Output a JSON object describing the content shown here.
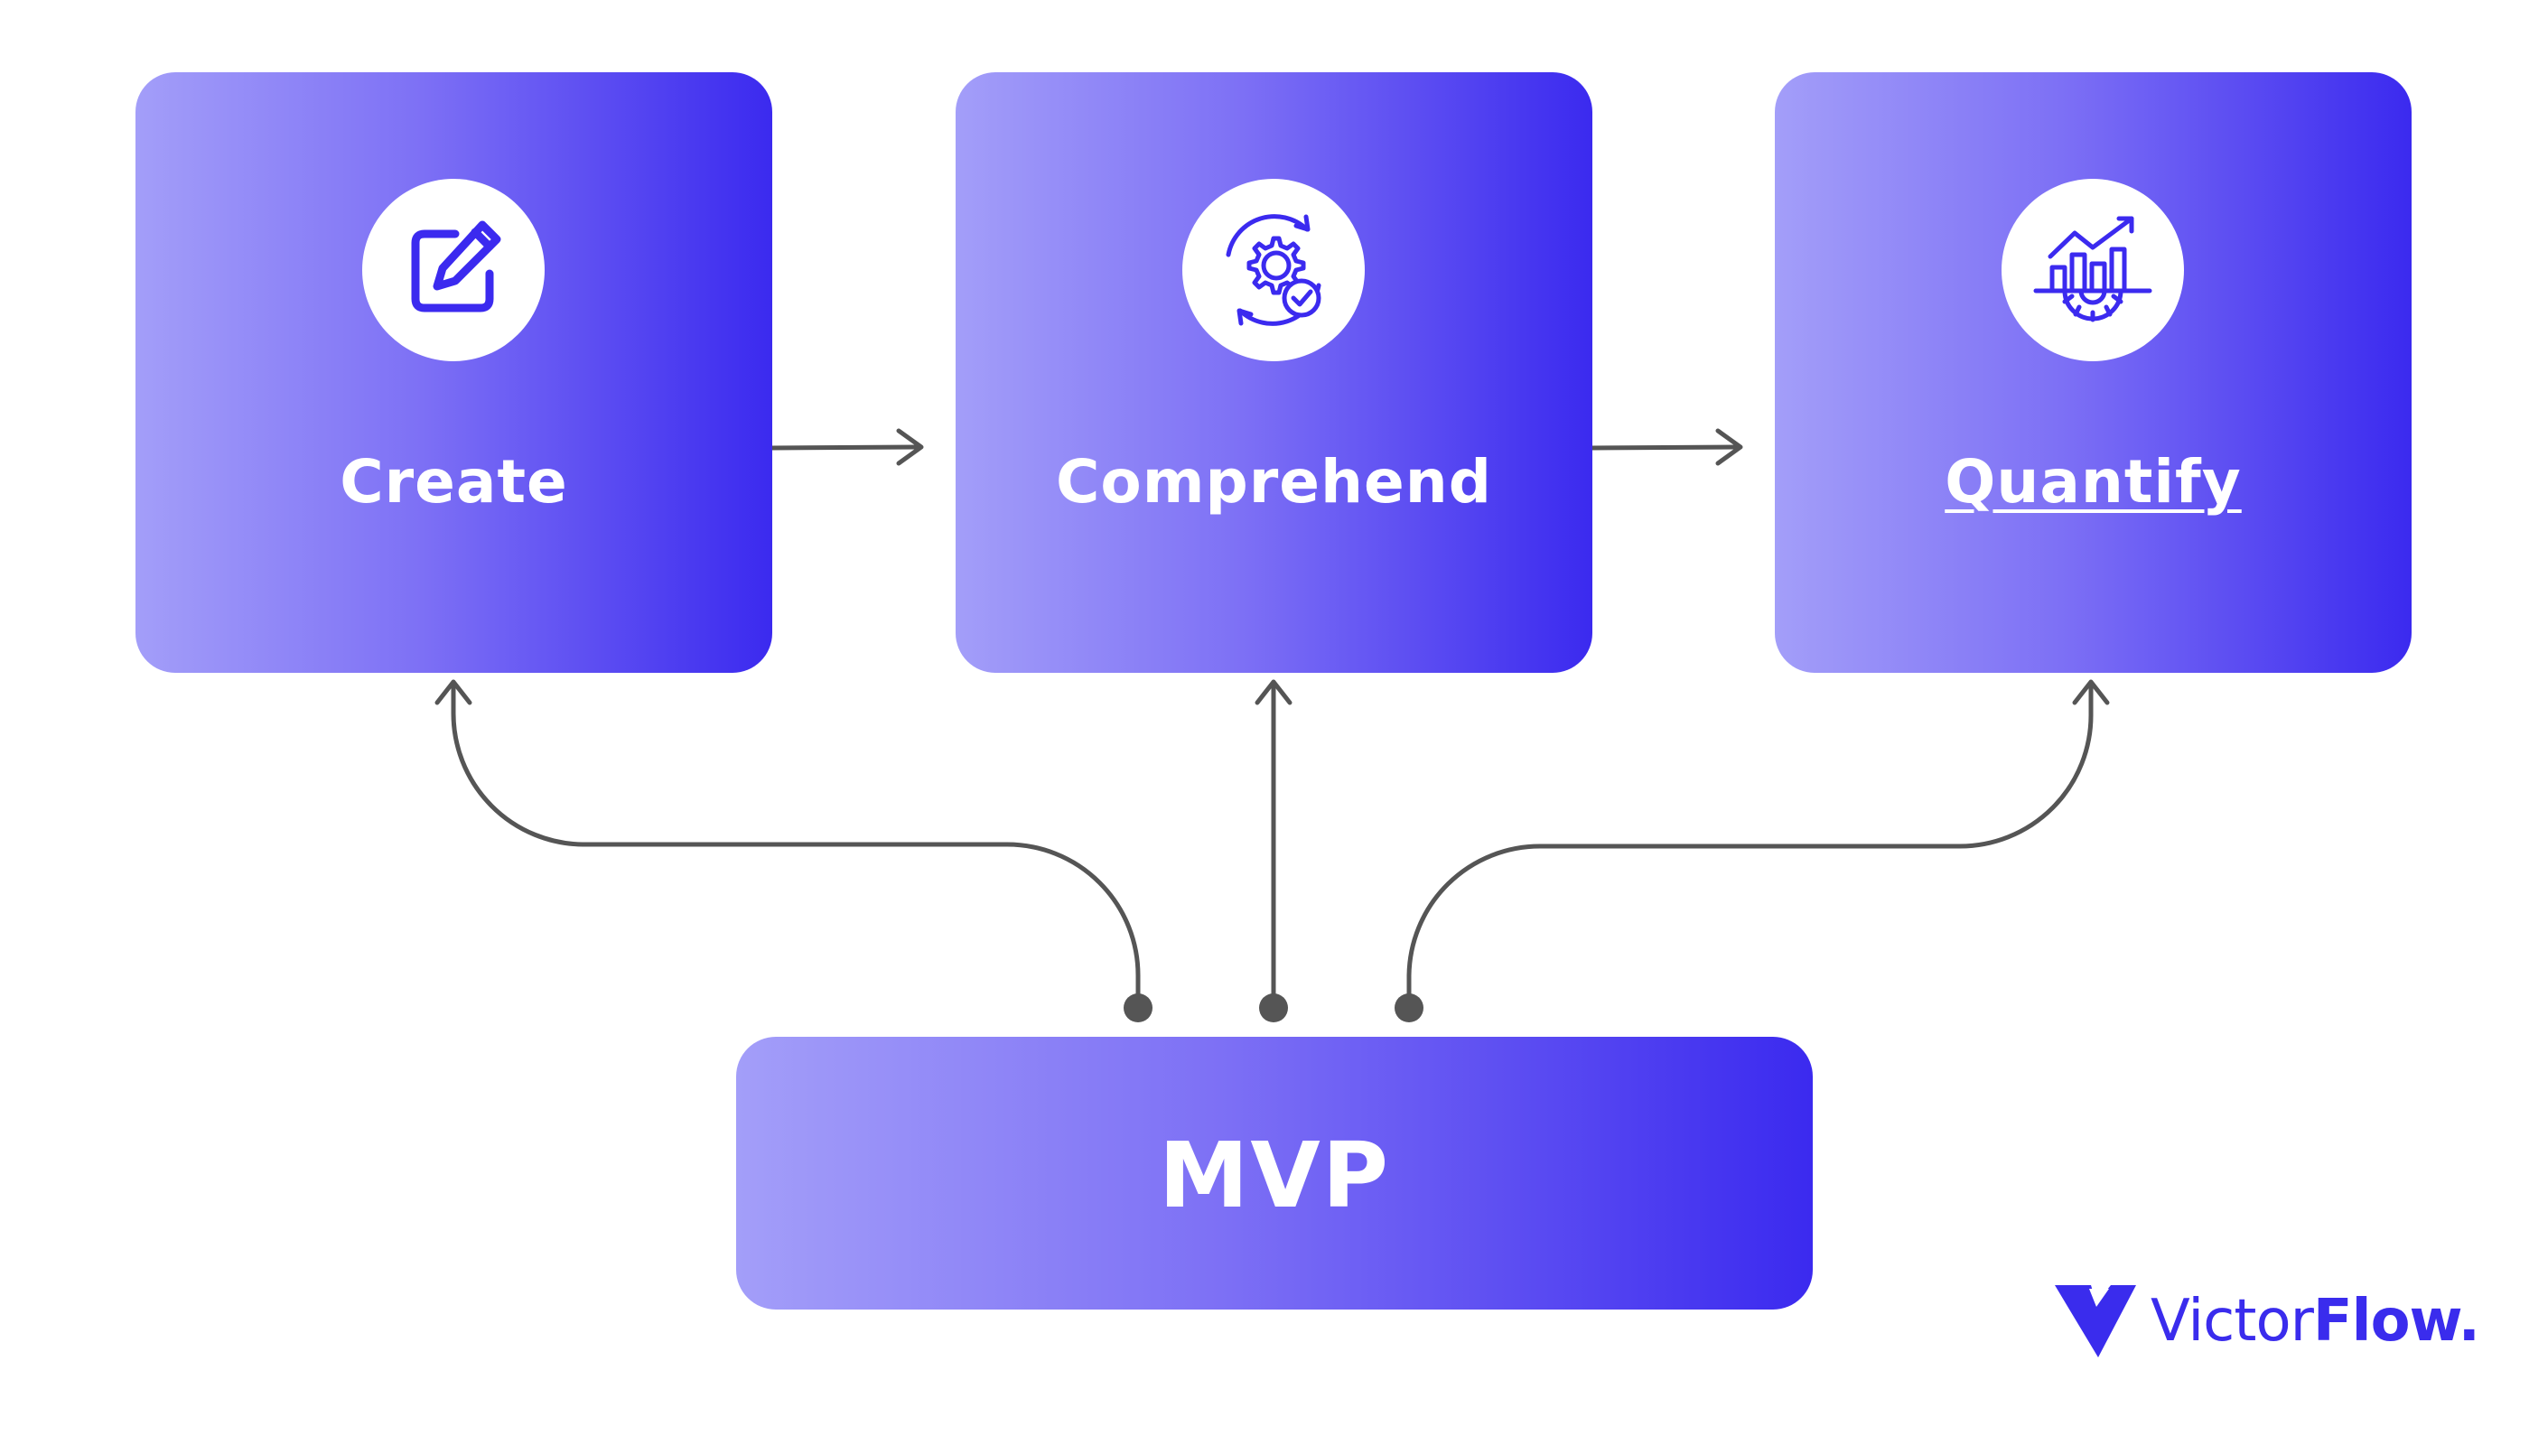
{
  "steps": [
    {
      "label": "Create",
      "icon": "edit-icon"
    },
    {
      "label": "Comprehend",
      "icon": "gear-cycle-check-icon"
    },
    {
      "label": "Quantify",
      "icon": "chart-gear-icon"
    }
  ],
  "base": {
    "label": "MVP"
  },
  "brand": {
    "name_light": "Victor",
    "name_bold": "Flow",
    "suffix": ".",
    "logo_icon": "victorflow-v-logo-icon"
  },
  "colors": {
    "gradient_start": "#a39ef9",
    "gradient_mid": "#7d70f5",
    "gradient_end": "#3b2aef",
    "connector": "#555555",
    "icon_stroke": "#3b2aef",
    "brand": "#3a2ced"
  }
}
